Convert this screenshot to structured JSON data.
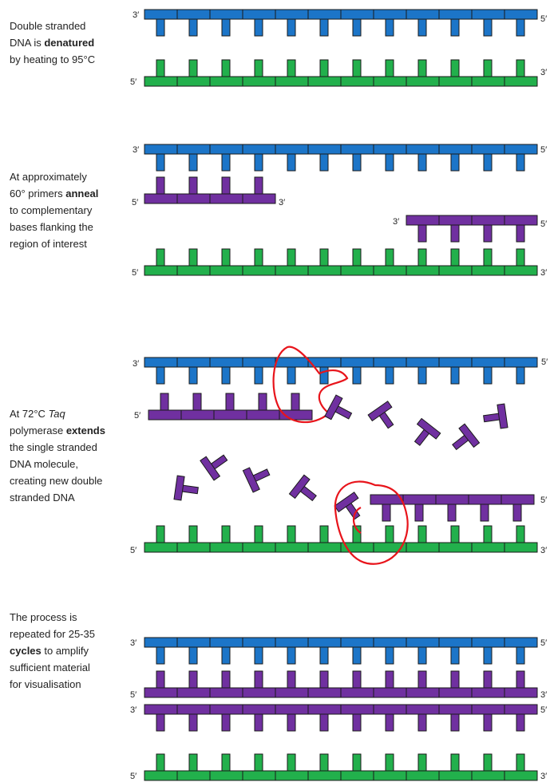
{
  "colors": {
    "template_top": "#1c75c8",
    "template_bottom": "#22b04c",
    "primer": "#7030a0",
    "polymerase": "#e8141b",
    "outline": "#1a1a1a"
  },
  "ends": {
    "three_prime": "3′",
    "five_prime": "5′"
  },
  "steps": [
    {
      "id": "denature",
      "lines": [
        [
          {
            "t": "Double stranded"
          }
        ],
        [
          {
            "t": "DNA is "
          },
          {
            "t": "denatured",
            "b": true
          }
        ],
        [
          {
            "t": "by heating to 95°C"
          }
        ]
      ]
    },
    {
      "id": "anneal",
      "lines": [
        [
          {
            "t": "At approximately"
          }
        ],
        [
          {
            "t": "60° primers "
          },
          {
            "t": "anneal",
            "b": true
          }
        ],
        [
          {
            "t": "to complementary"
          }
        ],
        [
          {
            "t": "bases flanking the"
          }
        ],
        [
          {
            "t": "region of interest"
          }
        ]
      ]
    },
    {
      "id": "extend",
      "lines": [
        [
          {
            "t": "At 72°C "
          },
          {
            "t": "Taq",
            "i": true
          }
        ],
        [
          {
            "t": "polymerase "
          },
          {
            "t": "extends",
            "b": true
          }
        ],
        [
          {
            "t": "the single stranded"
          }
        ],
        [
          {
            "t": "DNA molecule,"
          }
        ],
        [
          {
            "t": "creating new double"
          }
        ],
        [
          {
            "t": "stranded DNA"
          }
        ]
      ]
    },
    {
      "id": "repeat",
      "lines": [
        [
          {
            "t": "The process is"
          }
        ],
        [
          {
            "t": "repeated for 25-35"
          }
        ],
        [
          {
            "t": "cycles",
            "b": true
          },
          {
            "t": " to amplify"
          }
        ],
        [
          {
            "t": "sufficient material"
          }
        ],
        [
          {
            "t": "for visualisation"
          }
        ]
      ]
    }
  ],
  "icons": [
    "dna-strand-icon",
    "primer-strand-icon",
    "taq-polymerase-icon",
    "free-nucleotide-icon"
  ]
}
